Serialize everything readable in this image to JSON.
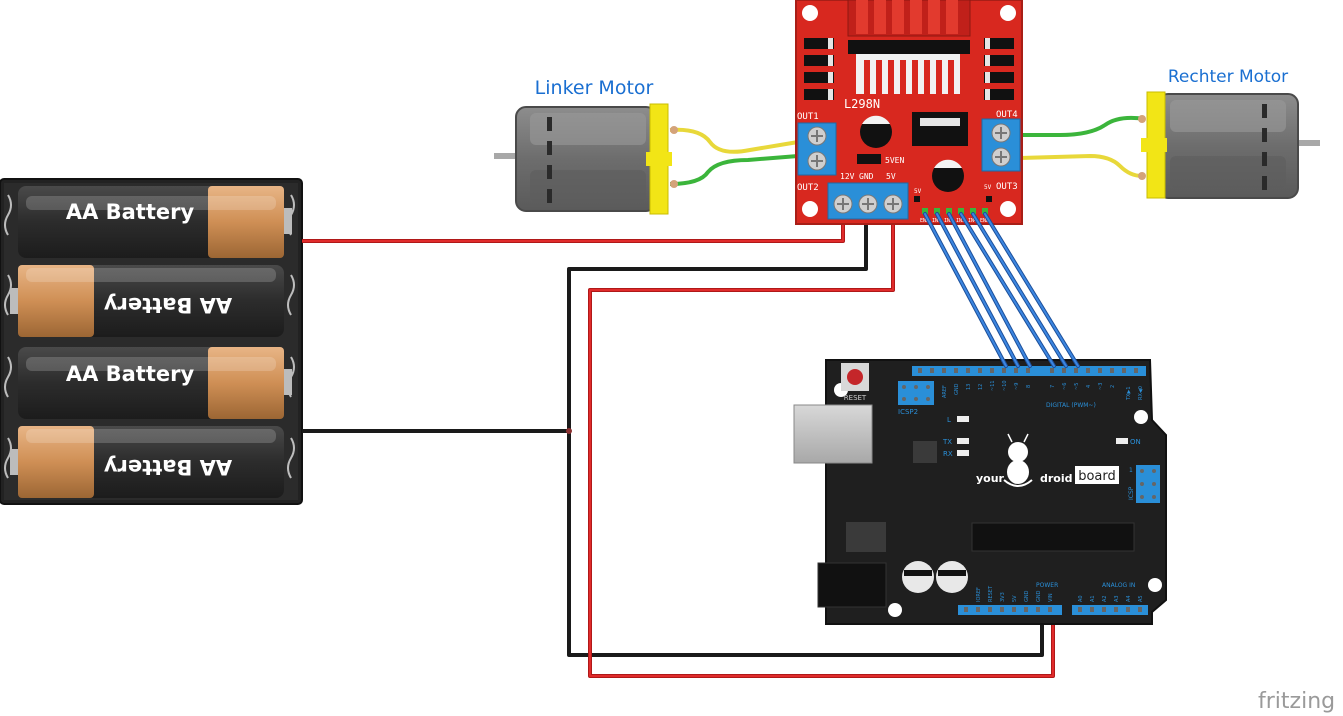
{
  "labels": {
    "left_motor": "Linker Motor",
    "right_motor": "Rechter Motor",
    "battery_label": "AA Battery",
    "watermark": "fritzing"
  },
  "driver_board": {
    "name": "L298N",
    "out1": "OUT1",
    "out2": "OUT2",
    "out3": "OUT3",
    "out4": "OUT4",
    "jumper": "5VEN",
    "v12": "12V",
    "gnd": "GND",
    "v5": "5V",
    "pin_ena": "5V",
    "pin_enb": "5V",
    "in_pins": [
      "ENA",
      "IN1",
      "IN2",
      "IN3",
      "IN4",
      "ENB"
    ]
  },
  "arduino": {
    "brand_left": "your",
    "brand_mid": "droid",
    "brand_right": "board",
    "reset": "RESET",
    "icsp2": "ICSP2",
    "icsp": "ICSP",
    "digital": "DIGITAL (PWM~)",
    "analog": "ANALOG IN",
    "power": "POWER",
    "led_l": "L",
    "led_tx": "TX",
    "led_rx": "RX",
    "led_on": "ON",
    "tx_pin": "TX▶1",
    "rx_pin": "RX◀0",
    "aref": "AREF",
    "gnd": "GND",
    "d13": "13",
    "d12": "12",
    "d11": "~11",
    "d10": "~10",
    "d9": "~9",
    "d8": "8",
    "d7": "7",
    "d6": "~6",
    "d5": "~5",
    "d4": "4",
    "d3": "~3",
    "d2": "2",
    "pwr_pins": [
      "IOREF",
      "RESET",
      "3V3",
      "5V",
      "GND",
      "GND",
      "VIN"
    ],
    "analog_pins": [
      "A0",
      "A1",
      "A2",
      "A3",
      "A4",
      "A5"
    ],
    "icsp_one": "1"
  },
  "colors": {
    "board_red": "#d8281f",
    "arduino_black": "#1f1f1f",
    "wire_red": "#cc1e1e",
    "wire_black": "#1a1a1a",
    "wire_blue": "#2d6fcf",
    "wire_green": "#3bb53b",
    "wire_yellow": "#e8d83a",
    "label_blue": "#1a6fd1",
    "terminal_blue": "#2a8fd8"
  }
}
